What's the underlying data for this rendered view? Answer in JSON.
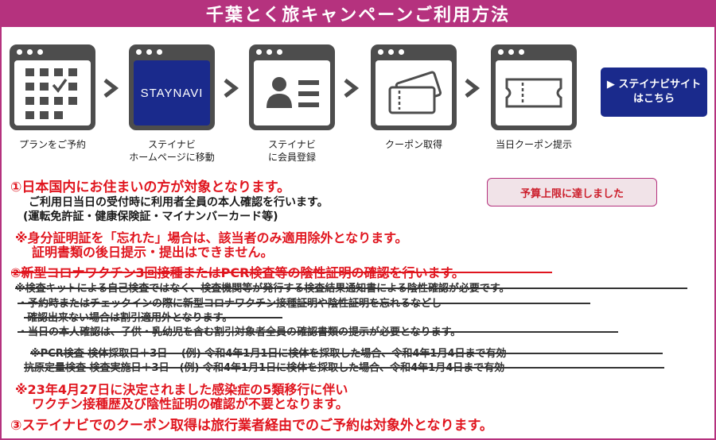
{
  "header": {
    "title": "千葉とく旅キャンペーンご利用方法"
  },
  "steps": [
    {
      "label_line1": "プランをご予約",
      "label_line2": ""
    },
    {
      "label_line1": "ステイナビ",
      "label_line2": "ホームページに移動",
      "logo_text": "STAYNAVI"
    },
    {
      "label_line1": "ステイナビ",
      "label_line2": "に会員登録"
    },
    {
      "label_line1": "クーポン取得",
      "label_line2": ""
    },
    {
      "label_line1": "当日クーポン提示",
      "label_line2": ""
    }
  ],
  "site_button": {
    "line1": "▶ ステイナビサイト",
    "line2": "はこちら"
  },
  "budget_button": {
    "label": "予算上限に達しました"
  },
  "notice1": {
    "heading": "①日本国内にお住まいの方が対象となります。",
    "line1": "ご利用日当日の受付時に利用者全員の本人確認を行います。",
    "line2": "(運転免許証・健康保険証・マイナンバーカード等)",
    "warn1": "※身分証明証を「忘れた」場合は、該当者のみ適用除外となります。",
    "warn2": "証明書類の後日提示・提出はできません。"
  },
  "notice2": {
    "heading": "②新型コロナワクチン3回接種またはPCR検査等の陰性証明の確認を行います。",
    "line1": "※検査キットによる自己検査ではなく、検査機関等が発行する検査結果通知書による陰性確認が必要です。",
    "line2": "・予約時またはチェックインの際に新型コロナワクチン接種証明や陰性証明を忘れるなどし",
    "line3": "確認出来ない場合は割引適用外となります。",
    "line4": "・当日の本人確認は、子供・乳幼児を含む割引対象者全員の確認書類の提示が必要となります。",
    "line5": "※PCR検査 検体採取日＋3日　  (例) 令和4年1月1日に検体を採取した場合、令和4年1月4日まで有効",
    "line6": "抗原定量検査 検査実施日＋3日　(例) 令和4年1月1日に検体を採取した場合、令和4年1月4日まで有効"
  },
  "notice3": {
    "line1": "※23年4月27日に決定されました感染症の5類移行に伴い",
    "line2": "ワクチン接種歴及び陰性証明の確認が不要となります。"
  },
  "notice4": {
    "heading": "③ステイナビでのクーポン取得は旅行業者経由でのご予約は対象外となります。"
  },
  "colors": {
    "brand": "#b5327e",
    "navy": "#1a2a8c",
    "icon_gray": "#4d4d4d",
    "alert_red": "#e0151e"
  }
}
